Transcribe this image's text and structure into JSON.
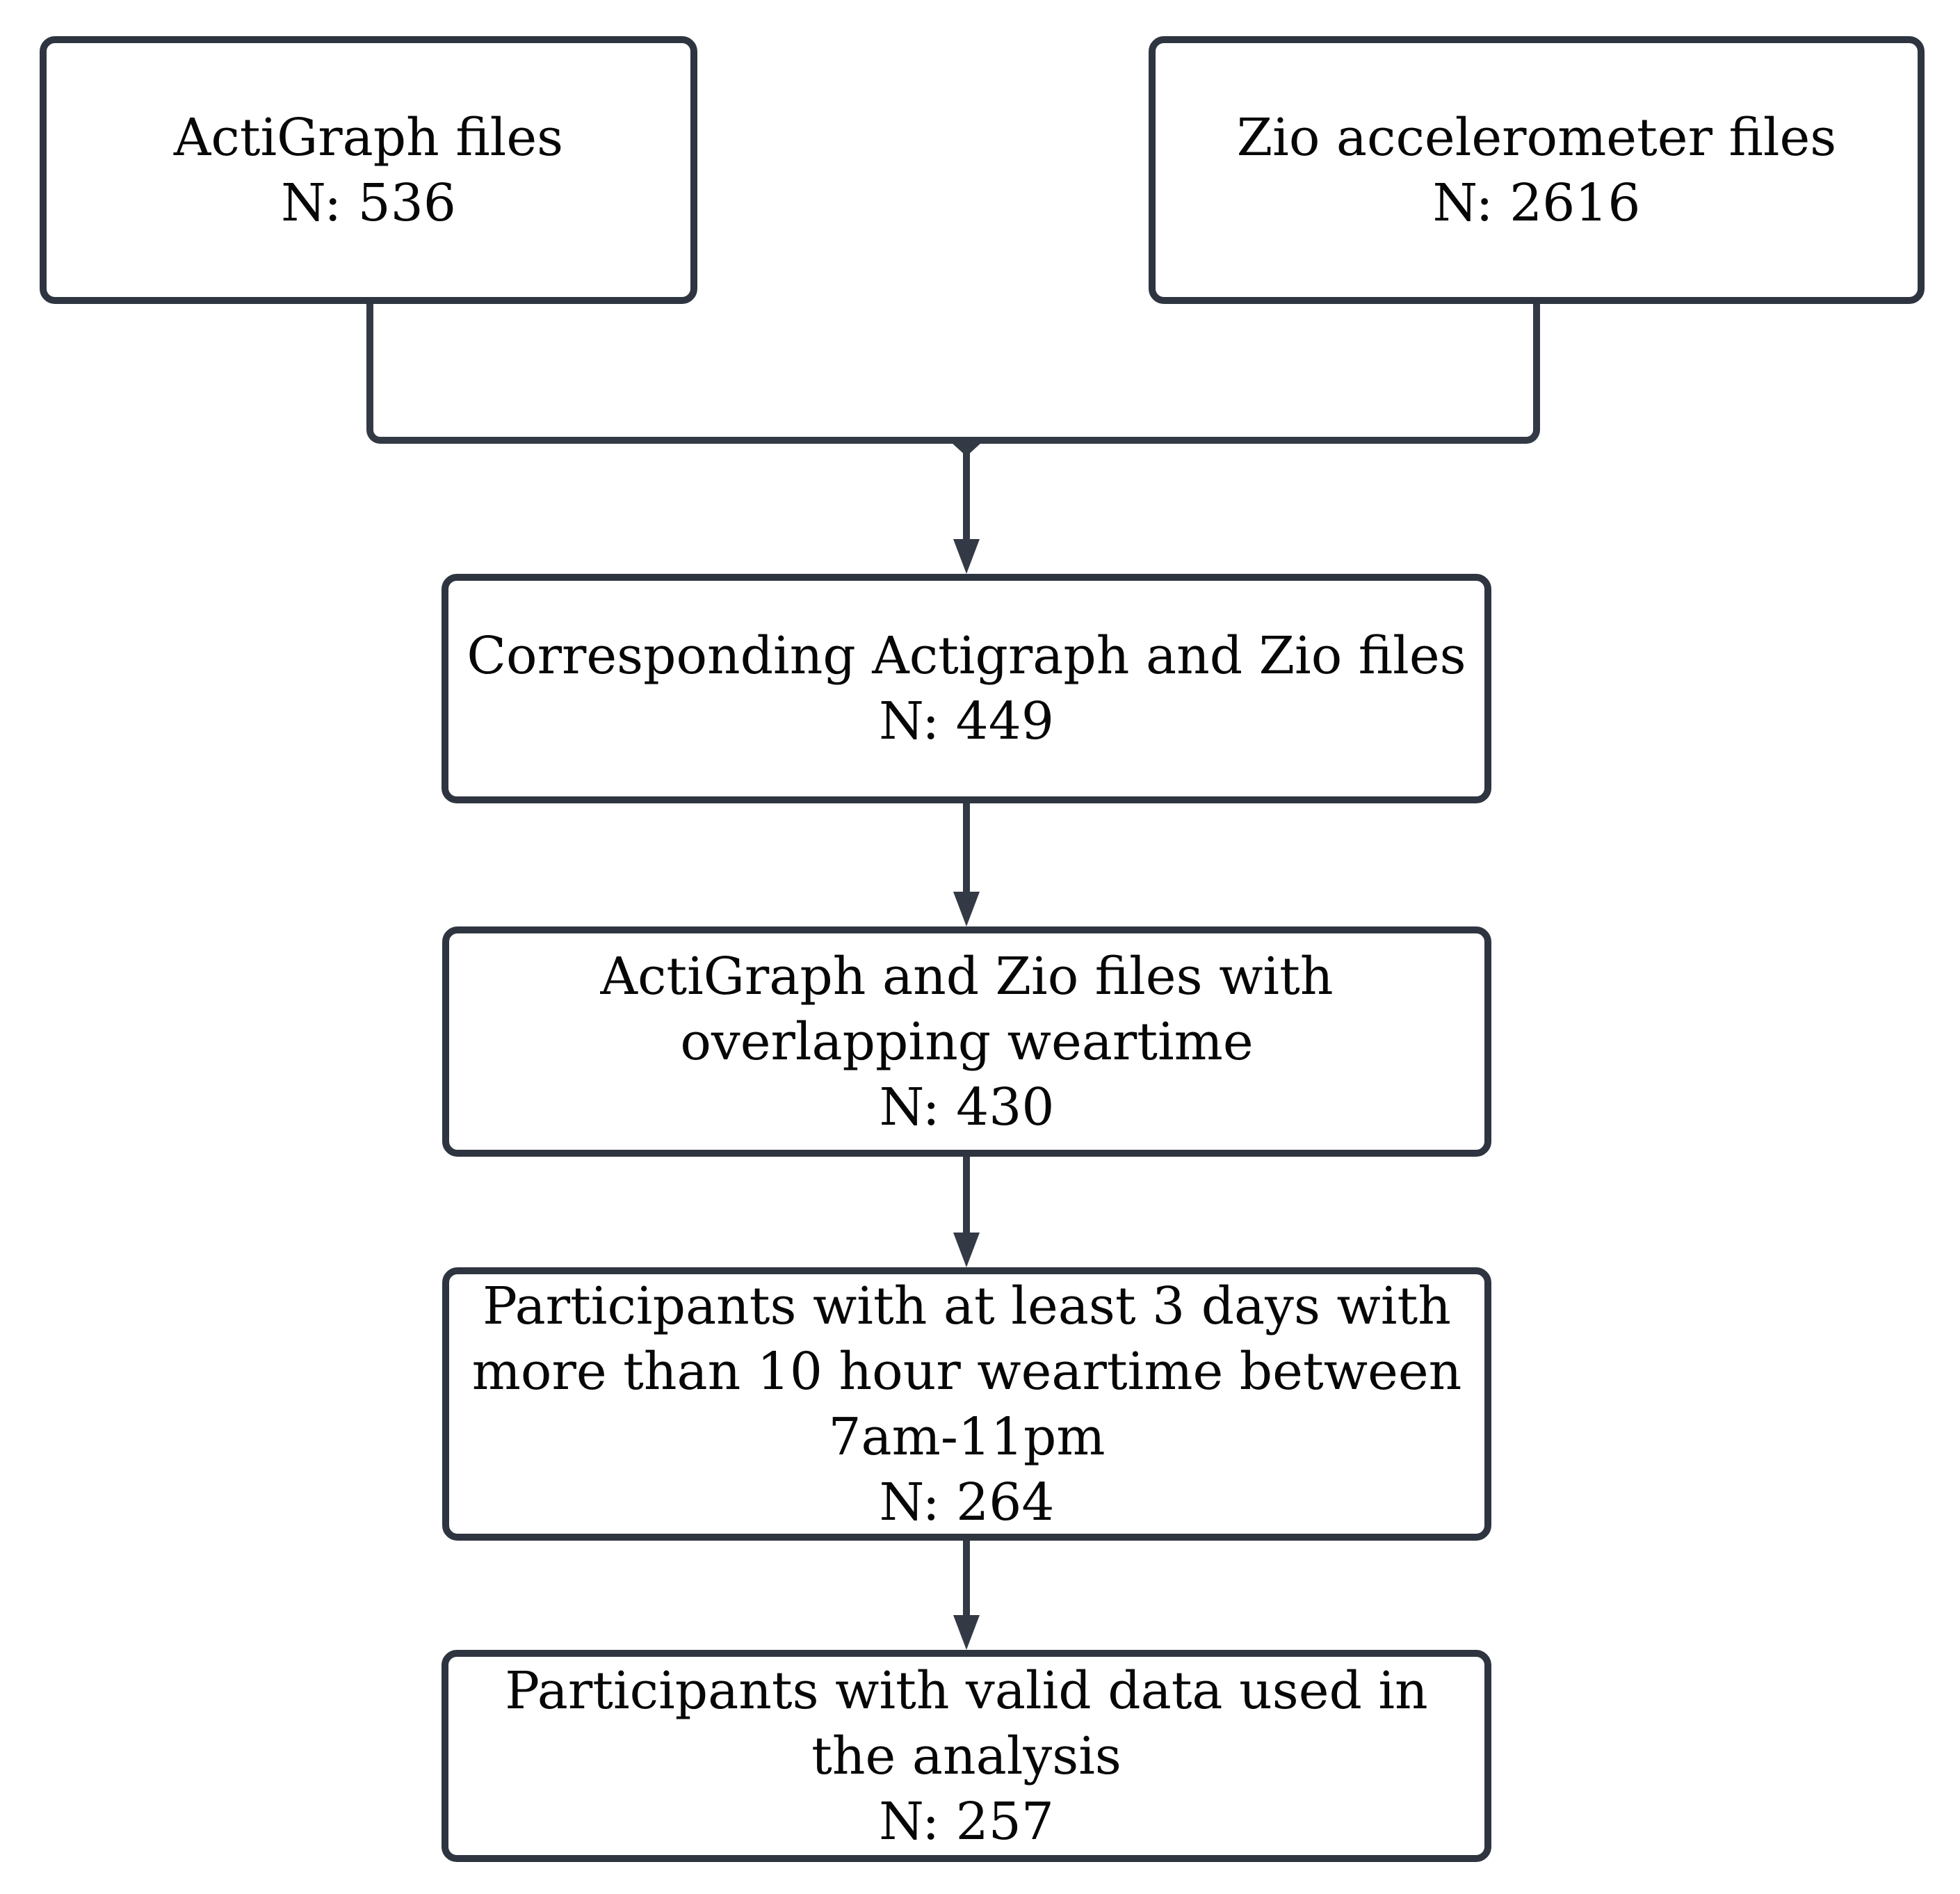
{
  "colors": {
    "stroke": "#2e3540",
    "arrow": "#333a45",
    "text": "#070707",
    "bg": "#ffffff"
  },
  "flowchart": {
    "boxes": [
      {
        "id": "actigraph-files",
        "n": 536,
        "lines": [
          "ActiGraph files",
          "N: 536"
        ]
      },
      {
        "id": "zio-accelerometer",
        "n": 2616,
        "lines": [
          "Zio accelerometer files",
          "N: 2616"
        ]
      },
      {
        "id": "corresponding-files",
        "n": 449,
        "lines": [
          "Corresponding Actigraph and Zio files",
          "N: 449"
        ]
      },
      {
        "id": "overlapping-weartime",
        "n": 430,
        "lines": [
          "ActiGraph and Zio files with",
          "overlapping weartime",
          "N: 430"
        ]
      },
      {
        "id": "min-weartime",
        "n": 264,
        "lines": [
          "Participants with at least 3 days with",
          "more than 10 hour weartime between",
          "7am-11pm",
          "N: 264"
        ]
      },
      {
        "id": "valid-analysis",
        "n": 257,
        "lines": [
          "Participants with valid data used in",
          "the analysis",
          "N: 257"
        ]
      }
    ]
  }
}
